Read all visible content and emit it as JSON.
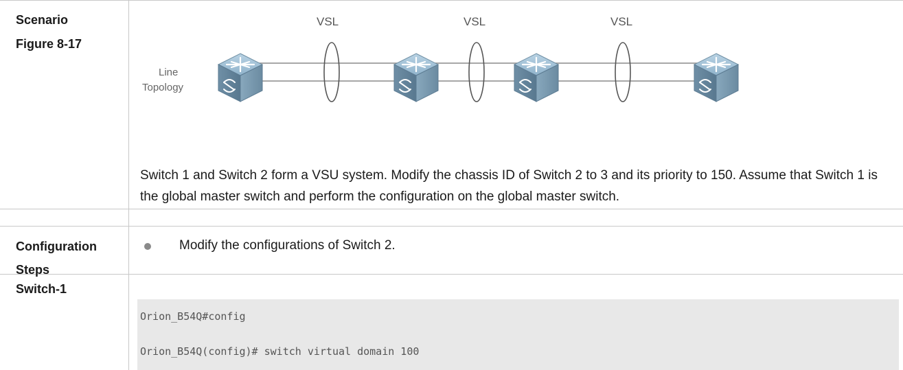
{
  "rows": {
    "scenario_label": "Scenario",
    "figure_label": "Figure 8-17",
    "config_label_line1": "Configuration",
    "config_label_line2": "Steps",
    "switch_label": "Switch-1"
  },
  "diagram": {
    "link_labels": [
      "VSL",
      "VSL",
      "VSL"
    ],
    "topology_label_line1": "Line",
    "topology_label_line2": "Topology",
    "device_icon": "switch-icon"
  },
  "scenario_text": "Switch 1 and Switch 2 form a VSU system. Modify the chassis ID of Switch 2 to 3 and its priority to 150. Assume that Switch 1 is the global master switch and perform the configuration on the global master switch.",
  "steps": {
    "bullet_text": "Modify the configurations of Switch 2."
  },
  "code_lines": [
    "Orion_B54Q#config",
    "Orion_B54Q(config)# switch virtual domain 100"
  ],
  "colors": {
    "switch_body": "#7ea0b8",
    "code_bg": "#e8e8e8",
    "border": "#c8c8c8"
  }
}
